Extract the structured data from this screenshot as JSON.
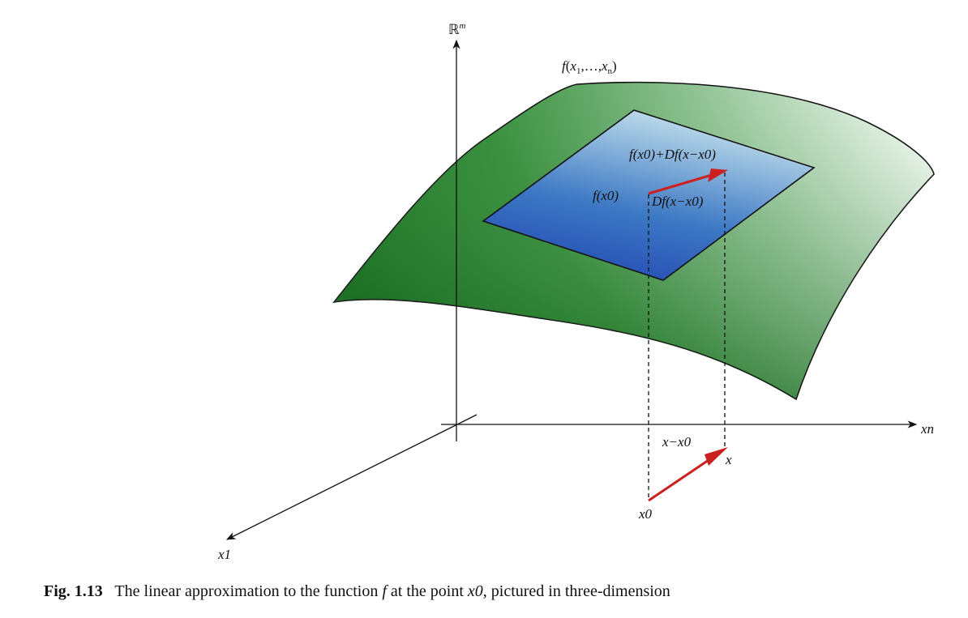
{
  "figure": {
    "labels": {
      "r_m_base": "ℝ",
      "r_m_sup": "m",
      "surface_fn": "f(x1,...,xn)",
      "surface_fn_parts": [
        "f",
        "(",
        "x",
        "1",
        ",…,",
        "x",
        "n",
        ")"
      ],
      "plane_fn": "f(x0)+Df(x−x0)",
      "point_value": "f(x0)",
      "derivative": "Df(x−x0)",
      "axis_x1": "x1",
      "axis_xn": "xn",
      "point_x0": "x0",
      "point_x": "x",
      "difference": "x−x0"
    },
    "colors": {
      "surface_dark": "#0b6a12",
      "surface_light": "#eef7ee",
      "plane_dark": "#2046b8",
      "plane_light": "#a9cde4",
      "arrow": "#cc2020",
      "axis": "#111111"
    }
  },
  "caption": {
    "number": "Fig. 1.13",
    "text_before": "The linear approximation to the function",
    "fn": "f",
    "text_mid": "at the point",
    "point": "x0",
    "text_after": ", pictured in three-dimension"
  }
}
